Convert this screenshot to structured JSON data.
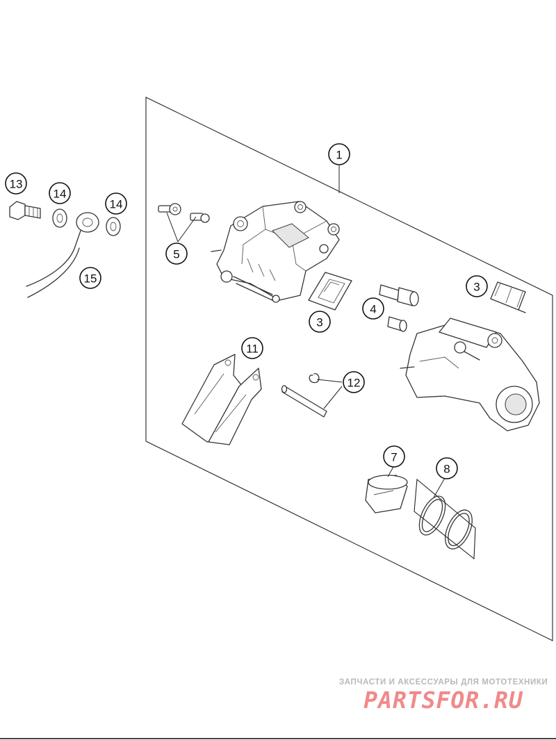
{
  "callouts": {
    "c1": "1",
    "c3a": "3",
    "c3b": "3",
    "c4": "4",
    "c5": "5",
    "c7": "7",
    "c8": "8",
    "c11": "11",
    "c12": "12",
    "c13": "13",
    "c14a": "14",
    "c14b": "14",
    "c15": "15"
  },
  "watermark": {
    "subtitle": "ЗАПЧАСТИ И АКСЕССУАРЫ ДЛЯ МОТОТЕХНИКИ",
    "logo": "PARTSFOR.RU"
  },
  "colors": {
    "line": "#333333",
    "watermark_logo": "#f08a8a",
    "watermark_text": "#b8b8b8"
  }
}
